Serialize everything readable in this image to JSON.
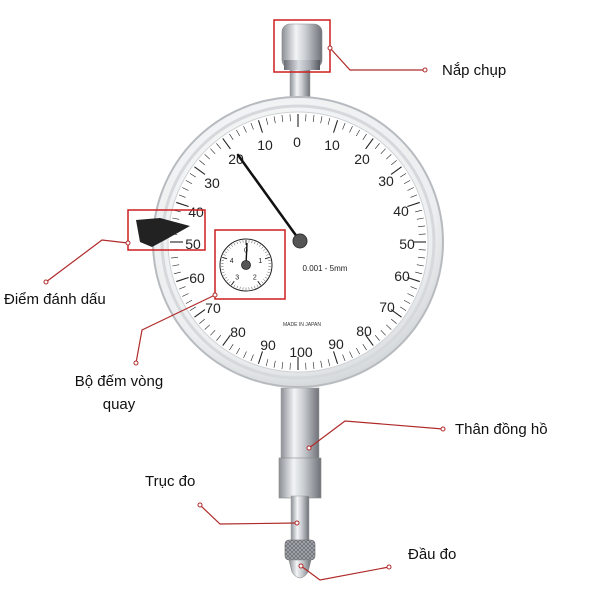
{
  "labels": {
    "cap": "Nắp chụp",
    "marker": "Điểm đánh dấu",
    "counter_line1": "Bộ đếm vòng",
    "counter_line2": "quay",
    "body": "Thân đồng hồ",
    "spindle": "Trục đo",
    "tip": "Đầu đo"
  },
  "dial": {
    "left_scale": [
      "20",
      "30",
      "40",
      "50",
      "60",
      "70",
      "80",
      "90"
    ],
    "right_scale": [
      "10",
      "20",
      "30",
      "40",
      "50",
      "60",
      "70",
      "80",
      "90"
    ],
    "top_left": "10",
    "top_zero": "0",
    "bottom_value": "100",
    "resolution_text": "0.001 - 5mm",
    "maker_text": "MADE IN JAPAN",
    "sub_dial_numbers": [
      "0",
      "1",
      "2",
      "3",
      "4"
    ]
  },
  "colors": {
    "callout_line": "#b02a2a",
    "callout_box": "#cc1f1f"
  }
}
